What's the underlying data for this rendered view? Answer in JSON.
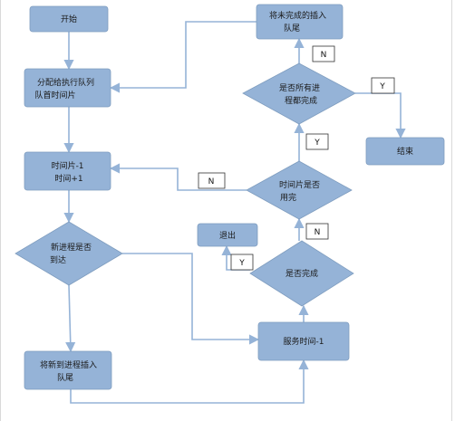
{
  "theme": {
    "node_fill": "#95b3d7",
    "line_color": "#95b3d7",
    "label_border": "#333333"
  },
  "nodes": {
    "start": {
      "lines": [
        "开始"
      ]
    },
    "allocate": {
      "lines": [
        "分配给执行队列",
        "队首时间片"
      ]
    },
    "time_update": {
      "lines": [
        "时间片-1",
        "时间+1"
      ]
    },
    "new_arrival": {
      "lines": [
        "新进程是否",
        "到达"
      ]
    },
    "insert_new_tail": {
      "lines": [
        "将新到进程插入",
        "队尾"
      ]
    },
    "service_time": {
      "lines": [
        "服务时间-1"
      ]
    },
    "is_complete": {
      "lines": [
        "是否完成"
      ]
    },
    "exit": {
      "lines": [
        "退出"
      ]
    },
    "time_used_up": {
      "lines": [
        "时间片是否",
        "用完"
      ]
    },
    "all_complete": {
      "lines": [
        "是否所有进",
        "程都完成"
      ]
    },
    "insert_unfinished_tail": {
      "lines": [
        "将未完成的插入",
        "队尾"
      ]
    },
    "end": {
      "lines": [
        "结束"
      ]
    }
  },
  "branch_labels": {
    "insert_n": "N",
    "all_complete_y": "Y",
    "time_used_y": "Y",
    "time_used_n": "N",
    "complete_n": "N",
    "complete_y": "Y"
  }
}
